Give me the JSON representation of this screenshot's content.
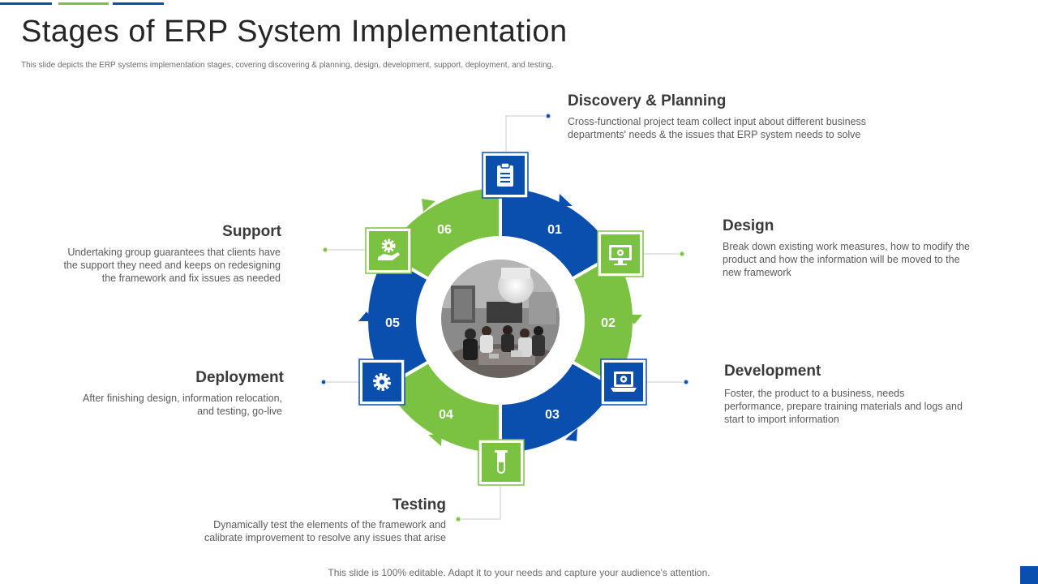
{
  "title": "Stages of ERP System Implementation",
  "subtitle": "This slide depicts the ERP  systems implementation  stages, covering discovering & planning, design, development, support, deployment,  and testing.",
  "footer": "This slide is 100% editable. Adapt it to your needs and capture your audience's attention.",
  "colors": {
    "blue": "#0a4fad",
    "green": "#7bc142"
  },
  "stages": [
    {
      "number": "01",
      "title": "Discovery & Planning",
      "icon": "clipboard-icon",
      "desc_lines": [
        "Cross-functional  project team collect input about different  business",
        "departments'  needs  & the issues that ERP system needs to solve"
      ]
    },
    {
      "number": "02",
      "title": "Design",
      "icon": "monitor-settings-icon",
      "desc_lines": [
        "Break down  existing work measures,  how to modify the",
        "product  and how the information  will be moved  to the",
        "new framework"
      ]
    },
    {
      "number": "03",
      "title": "Development",
      "icon": "laptop-gear-icon",
      "desc_lines": [
        "Foster,  the product to a business,  needs",
        "performance,  prepare training materials and logs and",
        "start to import  information"
      ]
    },
    {
      "number": "04",
      "title": "Testing",
      "icon": "test-tube-icon",
      "desc_lines": [
        "Dynamically test the elements  of the framework  and",
        "calibrate improvement  to resolve  any issues that arise"
      ]
    },
    {
      "number": "05",
      "title": "Deployment",
      "icon": "gear-icon",
      "desc_lines": [
        "After finishing design,  information  relocation,",
        "and testing, go-live"
      ]
    },
    {
      "number": "06",
      "title": "Support",
      "icon": "hand-gear-icon",
      "desc_lines": [
        "Undertaking  group  guarantees  that clients have",
        "the support  they need  and keeps on redesigning",
        "the framework  and fix issues as needed"
      ]
    }
  ]
}
